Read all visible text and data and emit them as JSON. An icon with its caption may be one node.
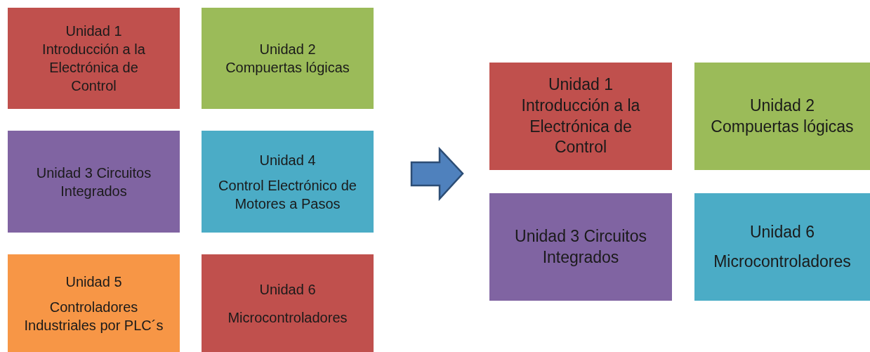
{
  "diagram": {
    "nodes": [
      {
        "text": [
          "Unidad 1",
          "Introducción a la Electrónica de Control"
        ]
      },
      {
        "text": [
          "Unidad 2",
          "Compuertas lógicas"
        ]
      },
      {
        "text": [
          "Unidad 3 Circuitos Integrados"
        ]
      },
      {
        "text": [
          "Unidad 4",
          "Control Electrónico de Motores a Pasos"
        ]
      },
      {
        "text": [
          "Unidad 5",
          "Controladores Industriales por PLC´s"
        ]
      },
      {
        "text": [
          "Unidad 6",
          "Microcontroladores"
        ]
      },
      {
        "text": [
          "Unidad 1",
          "Introducción a la Electrónica de Control"
        ]
      },
      {
        "text": [
          "Unidad 2",
          "Compuertas lógicas"
        ]
      },
      {
        "text": [
          "Unidad 3 Circuitos Integrados"
        ]
      },
      {
        "text": [
          "Unidad 6",
          "Microcontroladores"
        ]
      }
    ]
  }
}
